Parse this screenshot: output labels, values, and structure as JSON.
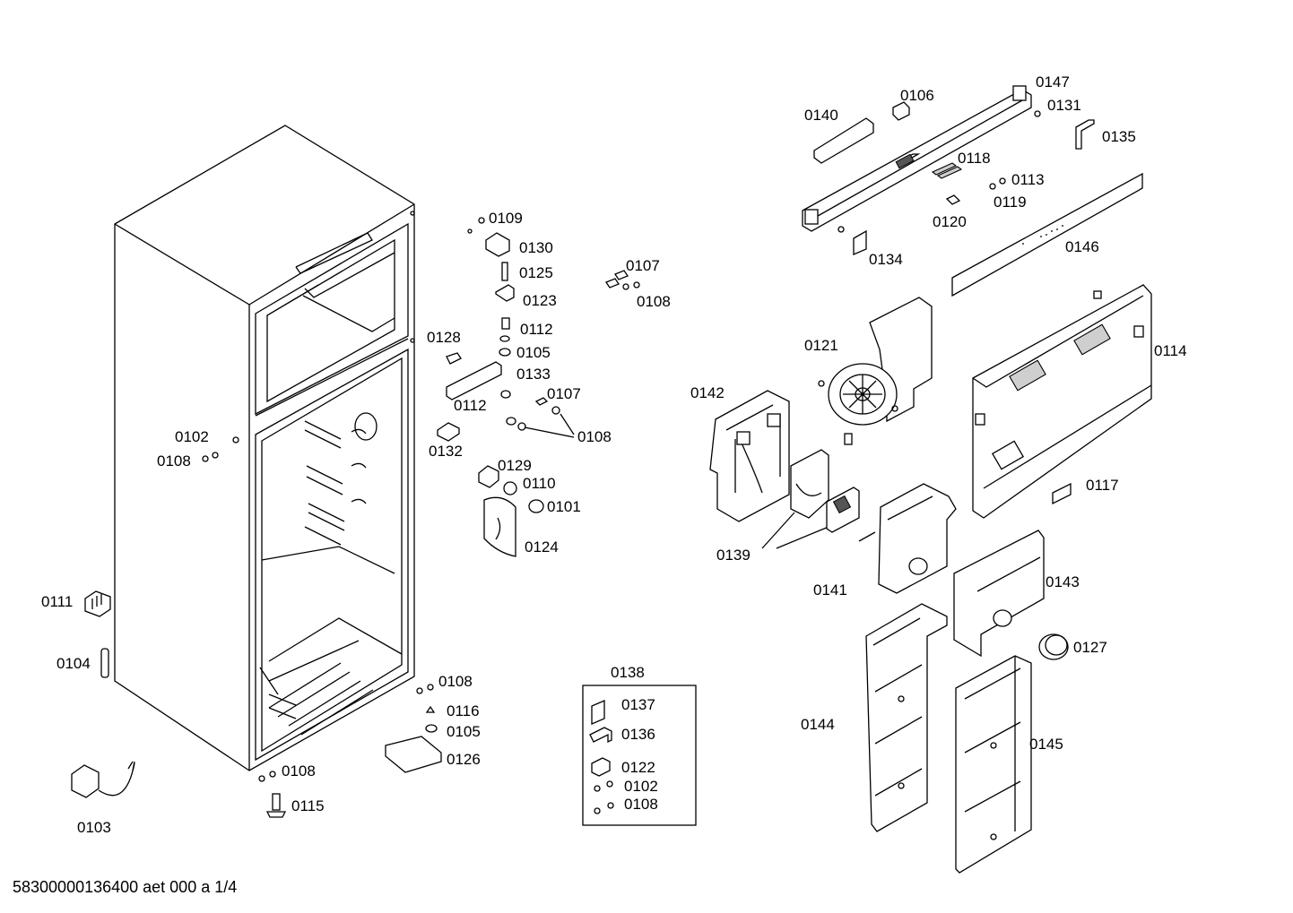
{
  "footer_text": "58300000136400 aet 000 a 1/4",
  "kit_box": {
    "label": "0138"
  },
  "labels": [
    "0147",
    "0106",
    "0140",
    "0131",
    "0135",
    "0118",
    "0113",
    "0119",
    "0120",
    "0134",
    "0146",
    "0109",
    "0130",
    "0125",
    "0123",
    "0107",
    "0108",
    "0112",
    "0105",
    "0133",
    "0128",
    "0112",
    "0107",
    "0108",
    "0132",
    "0129",
    "0110",
    "0101",
    "0124",
    "0102",
    "0108",
    "0121",
    "0114",
    "0142",
    "0117",
    "0139",
    "0141",
    "0143",
    "0127",
    "0111",
    "0104",
    "0108",
    "0116",
    "0105",
    "0126",
    "0108",
    "0115",
    "0103",
    "0137",
    "0136",
    "0122",
    "0102",
    "0108",
    "0144",
    "0145"
  ]
}
